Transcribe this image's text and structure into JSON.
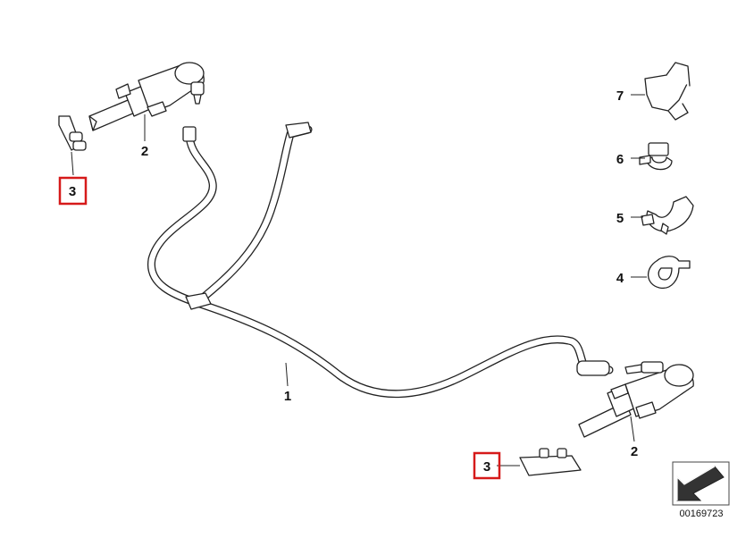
{
  "diagram": {
    "reference_number": "00169723",
    "callouts": [
      {
        "id": "hose",
        "label": "1",
        "highlighted": false
      },
      {
        "id": "jet-left",
        "label": "2",
        "highlighted": false
      },
      {
        "id": "jet-right",
        "label": "2",
        "highlighted": false
      },
      {
        "id": "cover-left",
        "label": "3",
        "highlighted": true
      },
      {
        "id": "cover-right",
        "label": "3",
        "highlighted": true
      },
      {
        "id": "clip-4",
        "label": "4",
        "highlighted": false
      },
      {
        "id": "clip-5",
        "label": "5",
        "highlighted": false
      },
      {
        "id": "clip-6",
        "label": "6",
        "highlighted": false
      },
      {
        "id": "clip-7",
        "label": "7",
        "highlighted": false
      }
    ],
    "highlight_color": "#d61a1a",
    "icons": [
      "direction-arrow-icon"
    ]
  }
}
